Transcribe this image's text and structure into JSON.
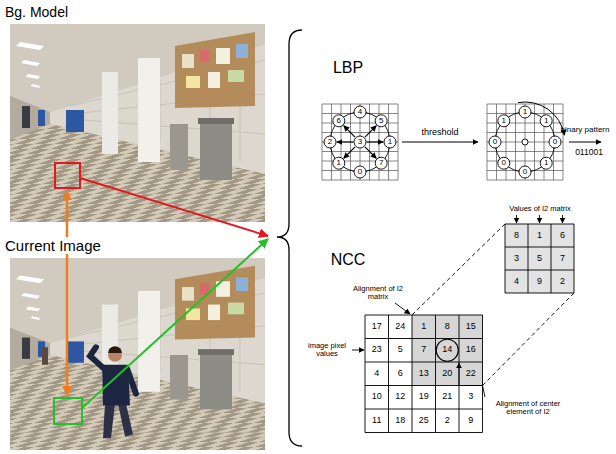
{
  "diagram": {
    "nodes": [
      {
        "text": [
          "Bg. Model"
        ]
      },
      {
        "text": [
          "Current Image"
        ]
      }
    ],
    "labels": [
      "LBP",
      "threshold",
      "binary pattern",
      "011001",
      "4",
      "5",
      "1",
      "7",
      "0",
      "1",
      "2",
      "6",
      "3",
      "1",
      "1",
      "0",
      "1",
      "0",
      "0",
      "0",
      "1",
      "NCC",
      "Values of I2 matrix",
      "8",
      "1",
      "6",
      "3",
      "5",
      "7",
      "4",
      "9",
      "2",
      "Alignment of I2 matrix",
      "image pixel values",
      "17",
      "24",
      "1",
      "8",
      "15",
      "23",
      "5",
      "7",
      "14",
      "16",
      "4",
      "6",
      "13",
      "20",
      "22",
      "10",
      "12",
      "19",
      "21",
      "3",
      "11",
      "18",
      "25",
      "2",
      "9",
      "Alignment of center element of I2"
    ]
  }
}
